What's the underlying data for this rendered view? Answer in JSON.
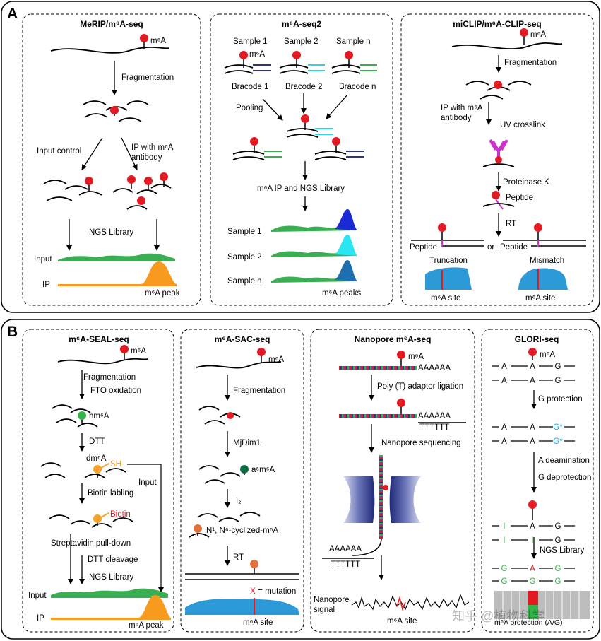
{
  "section_a": {
    "letter": "A",
    "merip": {
      "title": "MeRIP/m⁶A-seq",
      "m6a": "m⁶A",
      "fragmentation": "Fragmentation",
      "input_control": "Input control",
      "ip_line1": "IP with m⁶A",
      "ip_line2": "antibody",
      "ngs": "NGS Library",
      "input": "Input",
      "ip": "IP",
      "peak": "m⁶A peak"
    },
    "m6aseq2": {
      "title": "m⁶A-seq2",
      "samples": [
        "Sample 1",
        "Sample 2",
        "Sample n"
      ],
      "m6a": "m⁶A",
      "barcodes": [
        "Bracode 1",
        "Bracode 2",
        "Bracode n"
      ],
      "pooling": "Pooling",
      "ip_ngs": "m⁶A IP and NGS Library",
      "track_labels": [
        "Sample 1",
        "Sample 2",
        "Sample n"
      ],
      "peaks": "m⁶A peaks"
    },
    "miclip": {
      "title": "miCLIP/m⁶A-CLIP-seq",
      "m6a": "m⁶A",
      "fragmentation": "Fragmentation",
      "ip_line1": "IP with m⁶A",
      "ip_line2": "antibody",
      "uv": "UV crosslink",
      "proteinase": "Proteinase K",
      "peptide": "Peptide",
      "rt": "RT",
      "peptide_left": "Peptide",
      "or": "or",
      "peptide_right": "Peptide",
      "truncation": "Truncation",
      "mismatch": "Mismatch",
      "site_left": "m⁶A site",
      "site_right": "m⁶A site"
    }
  },
  "section_b": {
    "letter": "B",
    "seal": {
      "title": "m⁶A-SEAL-seq",
      "m6a": "m⁶A",
      "fragmentation": "Fragmentation",
      "fto": "FTO oxidation",
      "hm6a": "hm⁶A",
      "dtt": "DTT",
      "dm6a": "dm⁶A",
      "sh": "SH",
      "input_side": "Input",
      "biotin_labeling": "Biotin labling",
      "biotin": "Biotin",
      "strep": "Streptavidin pull-down",
      "dtt_cleavage": "DTT cleavage",
      "ngs": "NGS Library",
      "input": "Input",
      "ip": "IP",
      "peak": "m⁶A peak"
    },
    "sac": {
      "title": "m⁶A-SAC-seq",
      "m6a": "m⁶A",
      "fragmentation": "Fragmentation",
      "mjdim1": "MjDim1",
      "a6m6a": "a⁶m⁶A",
      "i2": "I₂",
      "cyclized": "N¹, N⁶-cyclized-m⁶A",
      "rt": "RT",
      "x": "X",
      "mutation": " = mutation",
      "site": "m⁶A site"
    },
    "nanopore": {
      "title": "Nanopore m⁶A-seq",
      "m6a": "m⁶A",
      "polya": "AAAAAA",
      "poly_t": "Poly (T) adaptor ligation",
      "polya2": "AAAAAA",
      "tttt": "TTTTTT",
      "sequencing": "Nanopore sequencing",
      "polya3": "AAAAAA",
      "tttt2": "TTTTTT",
      "signal_line1": "Nanopore",
      "signal_line2": "signal",
      "site": "m⁶A site"
    },
    "glori": {
      "title": "GLORI-seq",
      "m6a": "m⁶A",
      "g_protection": "G protection",
      "a_deamination": "A deamination",
      "g_deprotection": "G deprotection",
      "ngs": "NGS Library",
      "row_top": [
        "A",
        "A",
        "G"
      ],
      "row_bottom": [
        "A",
        "A",
        "G"
      ],
      "row_prot_top": [
        "A",
        "A",
        "G*"
      ],
      "row_prot_bottom": [
        "A",
        "A",
        "G*"
      ],
      "row_deam_top": [
        "I",
        "A",
        "G"
      ],
      "row_deam_bottom": [
        "I",
        "I",
        "G"
      ],
      "row_read_top": [
        "G",
        "A",
        "G"
      ],
      "row_read_bottom": [
        "G",
        "G",
        "G"
      ],
      "caption": "m⁶A protection (A/G)"
    }
  },
  "watermark": "知乎 @植物科学",
  "colors": {
    "m6a_red": "#e21b23",
    "hm6a_green": "#35b34a",
    "seal_orange": "#f4a22b",
    "sac_darkgreen": "#0f6d45",
    "sac_orange": "#e2703a",
    "track_green": "#3aae52",
    "peak_orange": "#f79a1e",
    "site_blue": "#2b9ad6",
    "antibody_magenta": "#cc33cc",
    "pore_navy": "#2b3584",
    "glori_blue": "#2aa8e0",
    "glori_green": "#36b34a"
  }
}
